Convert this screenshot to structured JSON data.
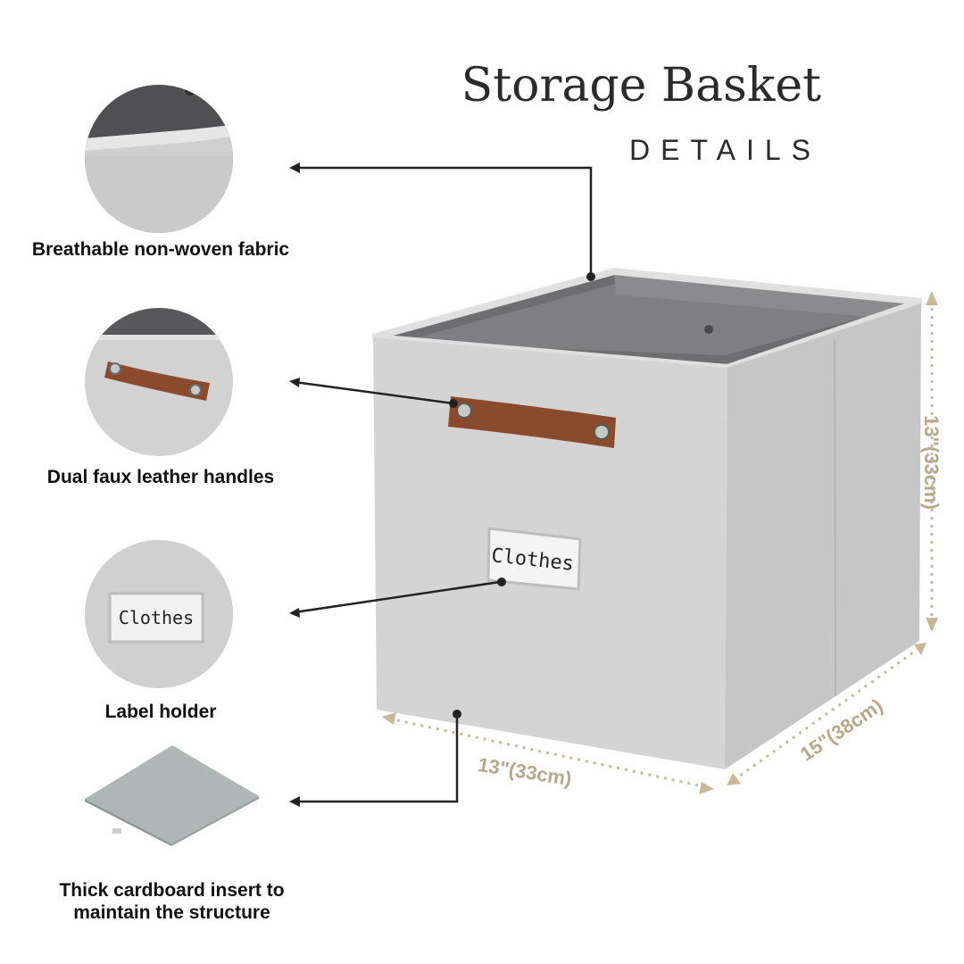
{
  "header": {
    "title": "Storage Basket",
    "subtitle": "DETAILS"
  },
  "features": [
    {
      "label": "Breathable non-woven fabric",
      "icon": "fabric-corner-icon"
    },
    {
      "label": "Dual faux leather handles",
      "icon": "leather-handle-icon"
    },
    {
      "label": "Label holder",
      "icon": "label-holder-icon"
    },
    {
      "label": "Thick cardboard insert to maintain the structure",
      "icon": "cardboard-insert-icon"
    }
  ],
  "label_text": "Clothes",
  "dimensions": {
    "height": "13\"(33cm)",
    "width": "13\"(33cm)",
    "depth": "15\"(38cm)"
  },
  "colors": {
    "fabric": "#d4d4d4",
    "interior": "#7b7b7b",
    "leather": "#8a4a2c",
    "dimension": "#b8a88a",
    "text": "#111111"
  }
}
